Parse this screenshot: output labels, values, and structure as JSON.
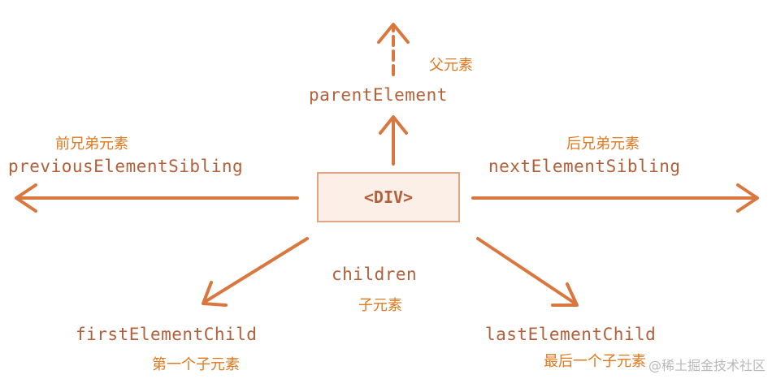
{
  "colors": {
    "arrow": "#d9773f",
    "prop_text": "#b2603a",
    "cn_text": "#e0791f",
    "box_fill": "#fcefe7",
    "box_border": "#e0a583"
  },
  "node": {
    "label": "<DIV>"
  },
  "parent": {
    "prop": "parentElement",
    "cn": "父元素"
  },
  "prev": {
    "prop": "previousElementSibling",
    "cn": "前兄弟元素"
  },
  "next": {
    "prop": "nextElementSibling",
    "cn": "后兄弟元素"
  },
  "children": {
    "prop": "children",
    "cn": "子元素"
  },
  "first": {
    "prop": "firstElementChild",
    "cn": "第一个子元素"
  },
  "last": {
    "prop": "lastElementChild",
    "cn": "最后一个子元素"
  },
  "watermark": "@稀土掘金技术社区"
}
